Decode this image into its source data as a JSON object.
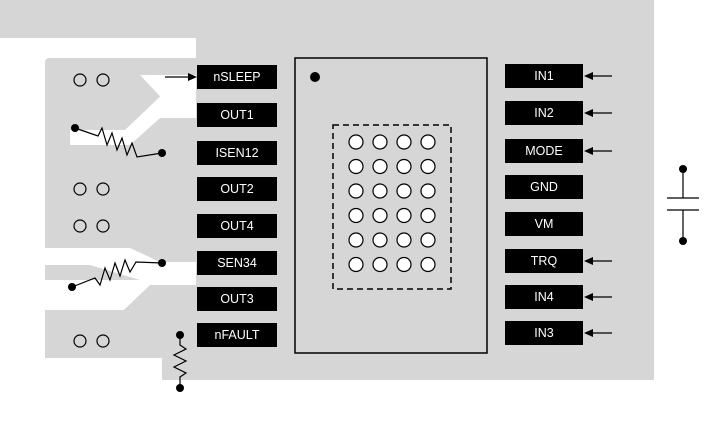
{
  "colors": {
    "board": "#d6d6d6",
    "copper": "#ffffff",
    "pin": "#000000",
    "package": "#d6d6d6",
    "outline": "#000000",
    "pin_text": "#ffffff"
  },
  "left_pins": [
    "nSLEEP",
    "OUT1",
    "ISEN12",
    "OUT2",
    "OUT4",
    "SEN34",
    "OUT3",
    "nFAULT"
  ],
  "right_pins": [
    "IN1",
    "IN2",
    "MODE",
    "GND",
    "VM",
    "TRQ",
    "IN4",
    "IN3"
  ],
  "thermal_via_grid": {
    "rows": 6,
    "cols": 4
  },
  "components": [
    "sense-resistor-isen12",
    "sense-resistor-sen34",
    "pullup-resistor-nfault",
    "bypass-capacitor-vm"
  ],
  "icons": [
    "via-icon",
    "resistor-icon",
    "capacitor-icon",
    "arrow-icon",
    "pin1-dot-icon"
  ]
}
